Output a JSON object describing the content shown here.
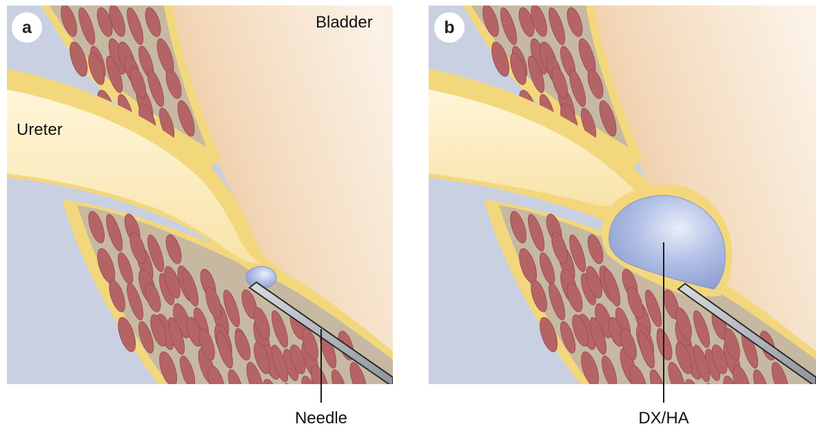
{
  "panels": [
    {
      "letter": "a",
      "labels": {
        "bladder": "Bladder",
        "ureter": "Ureter",
        "callout": "Needle"
      }
    },
    {
      "letter": "b",
      "labels": {
        "callout": "DX/HA"
      }
    }
  ],
  "colors": {
    "background_wall": "#c9d0e2",
    "bladder_lumen": "#f0c79e",
    "sheath": "#f3d77c",
    "ureter_lumen": "#fbedc2",
    "muscle_matrix": "#c7b9a1",
    "muscle_fiber": "#b56466",
    "bead": "#9fb0dc",
    "needle": "#a9adb3"
  }
}
